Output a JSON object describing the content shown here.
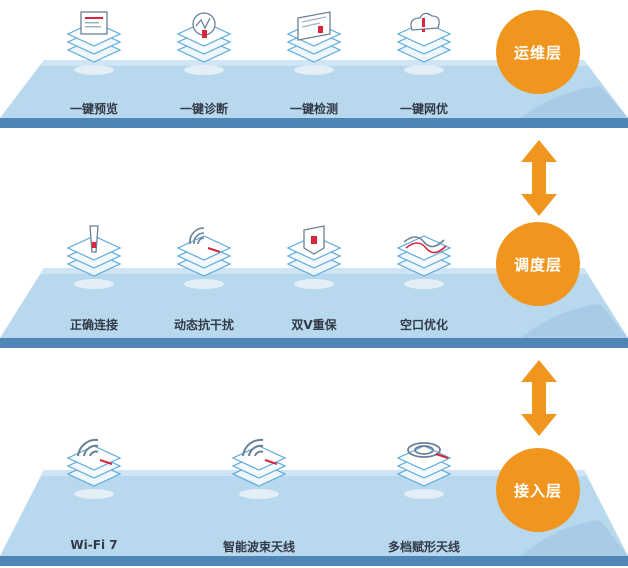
{
  "layers": [
    {
      "name": "运维层",
      "items": [
        "一键预览",
        "一键诊断",
        "一键检测",
        "一键网优"
      ],
      "icons": [
        "monitor-screen-icon",
        "diagnosis-chart-icon",
        "detection-panel-icon",
        "network-optimize-alert-icon"
      ]
    },
    {
      "name": "调度层",
      "items": [
        "正确连接",
        "动态抗干扰",
        "双V重保",
        "空口优化"
      ],
      "icons": [
        "antenna-connect-icon",
        "radar-interference-icon",
        "dual-v-shield-icon",
        "air-wave-optimize-icon"
      ]
    },
    {
      "name": "接入层",
      "items": [
        "Wi-Fi 7",
        "智能波束天线",
        "多档赋形天线"
      ],
      "icons": [
        "wifi-signal-icon",
        "beam-antenna-icon",
        "shaped-antenna-icon"
      ]
    }
  ],
  "colors": {
    "platform_top": "#b8d8ee",
    "platform_edge": "#7aaed3",
    "platform_bottom": "#4f86b5",
    "badge": "#f0961e",
    "arrow": "#f0961e",
    "icon_stroke": "#5aa9dd",
    "icon_accent": "#d9263c"
  }
}
